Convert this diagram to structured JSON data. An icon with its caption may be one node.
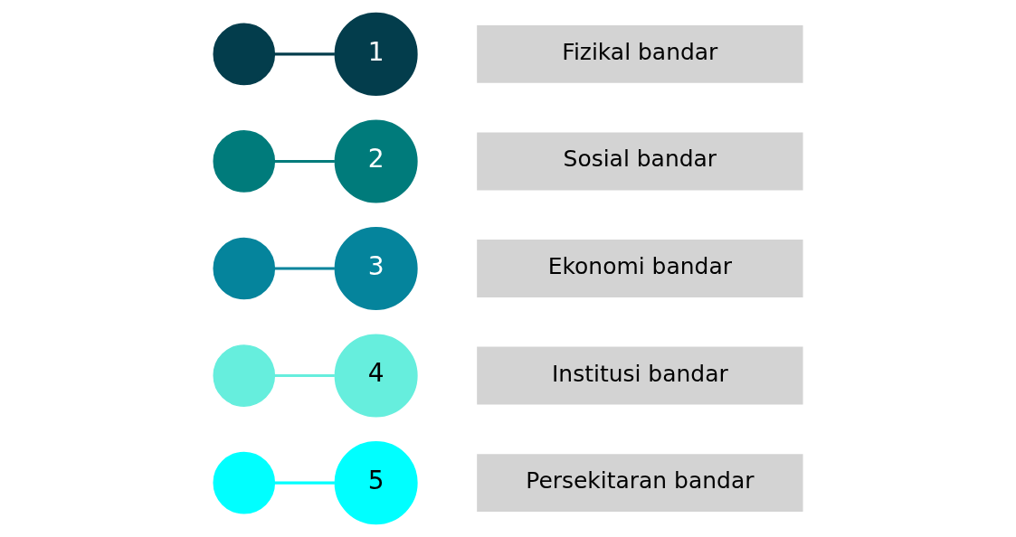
{
  "diagram": {
    "nodes": [
      {
        "text": [],
        "shape": "arc"
      },
      {
        "text": [],
        "shape": "arc"
      },
      {
        "text": [],
        "shape": "arc"
      },
      {
        "text": [],
        "shape": "arc"
      },
      {
        "text": [],
        "shape": "arc"
      },
      {
        "text": [
          "1"
        ]
      },
      {
        "text": [
          "Fizikal bandar"
        ]
      },
      {
        "text": [
          "2"
        ]
      },
      {
        "text": [
          "Sosial bandar"
        ]
      },
      {
        "text": [
          "3"
        ]
      },
      {
        "text": [
          "Ekonomi bandar"
        ]
      },
      {
        "text": [
          "4"
        ]
      },
      {
        "text": [
          "Institusi bandar"
        ]
      },
      {
        "text": [
          "5"
        ]
      },
      {
        "text": [
          "Persekitaran bandar"
        ]
      }
    ],
    "edges": [
      {
        "from": 0,
        "to": 5,
        "arrow": "none",
        "color": "#033d4c"
      },
      {
        "from": 1,
        "to": 7,
        "arrow": "none",
        "color": "#007b7b"
      },
      {
        "from": 2,
        "to": 9,
        "arrow": "none",
        "color": "#05849c"
      },
      {
        "from": 3,
        "to": 11,
        "arrow": "none",
        "color": "#66eedd"
      },
      {
        "from": 4,
        "to": 13,
        "arrow": "none",
        "color": "#00ffff"
      }
    ]
  }
}
